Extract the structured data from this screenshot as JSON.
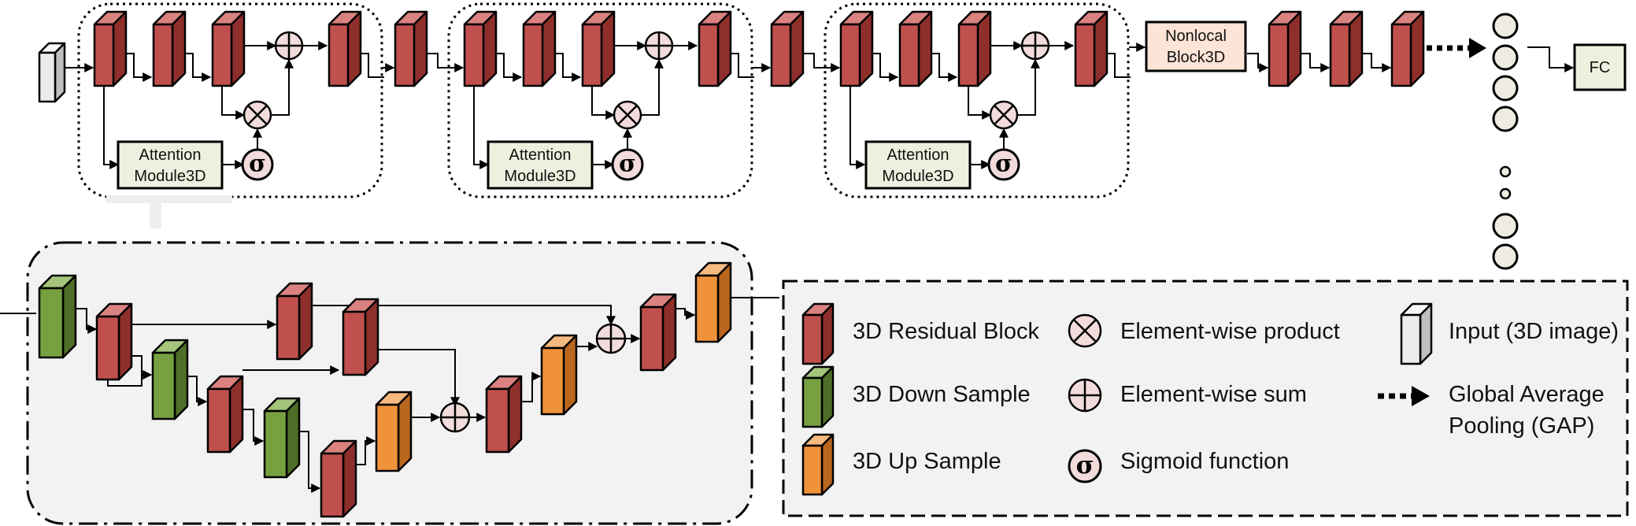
{
  "blocks": {
    "attention_label": [
      "Attention",
      "Module3D"
    ],
    "nonlocal_label": [
      "Nonlocal",
      "Block3D"
    ],
    "fc_label": "FC",
    "sigma_symbol": "σ"
  },
  "legend": {
    "residual": "3D Residual Block",
    "down": "3D Down Sample",
    "up": "3D Up Sample",
    "product": "Element-wise product",
    "sum": "Element-wise sum",
    "sigmoid": "Sigmoid function",
    "input": "Input (3D image)",
    "gap": [
      "Global Average",
      "Pooling (GAP)"
    ]
  },
  "colors": {
    "residual_front": "#c0504d",
    "residual_side": "#8e2f2c",
    "residual_top": "#d9827f",
    "down_front": "#77a041",
    "down_side": "#4f6e27",
    "down_top": "#a3c47a",
    "up_front": "#f0923a",
    "up_side": "#b9661e",
    "up_top": "#f6b97f",
    "input_front": "#ececec",
    "input_side": "#bfbfbf",
    "input_top": "#f7f7f7",
    "module_fill": "#ebf1de",
    "nonlocal_fill": "#fce4d6",
    "op_fill": "#f2dcdb",
    "gap_node_fill": "#eeece1",
    "attention_bg": "#f2f2f2"
  }
}
